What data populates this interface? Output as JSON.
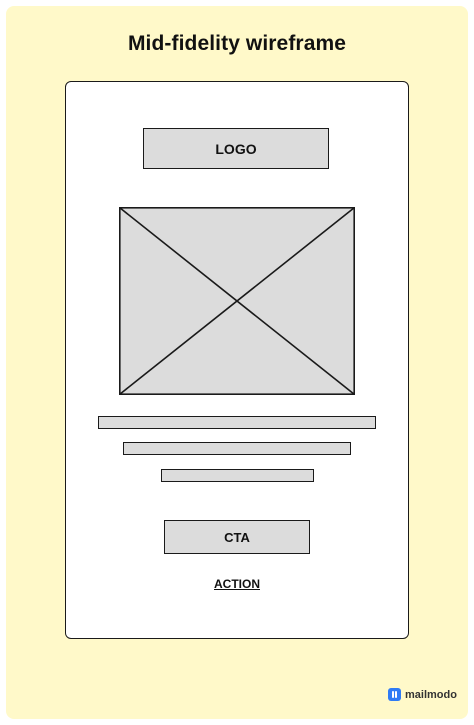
{
  "title": "Mid-fidelity wireframe",
  "wireframe": {
    "logo_label": "LOGO",
    "cta_label": "CTA",
    "action_label": "ACTION"
  },
  "brand": {
    "name": "mailmodo",
    "icon": "mailmodo-logo-icon",
    "color": "#2f7bf5"
  },
  "colors": {
    "background": "#fff9c9",
    "placeholder_fill": "#dcdcdc",
    "stroke": "#1a1a1a"
  }
}
